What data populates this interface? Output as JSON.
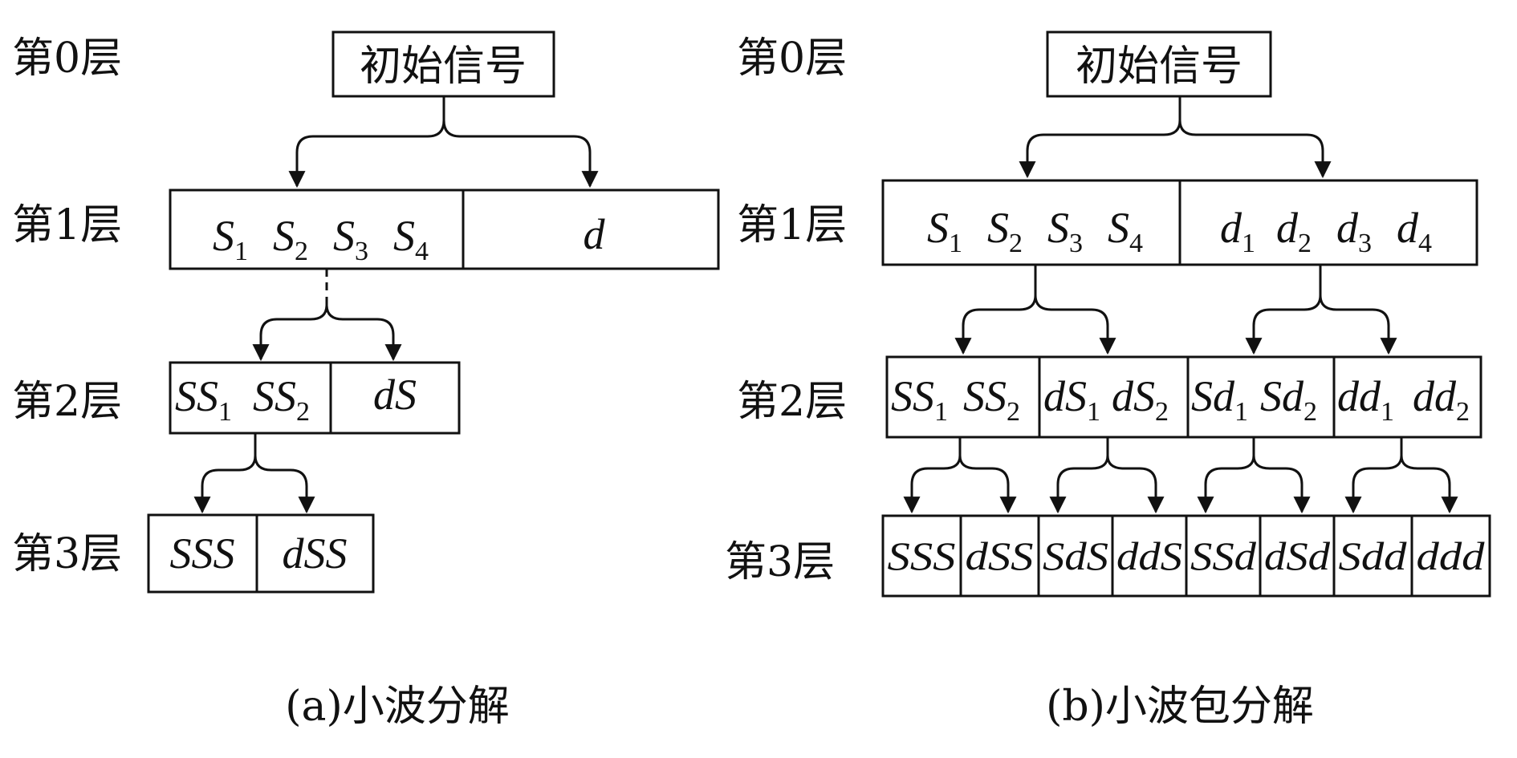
{
  "panel_a": {
    "levels": [
      "第0层",
      "第1层",
      "第2层",
      "第3层"
    ],
    "root": "初始信号",
    "level1": {
      "s_main": "S",
      "s_subs": [
        "1",
        "2",
        "3",
        "4"
      ],
      "d": "d"
    },
    "level2": {
      "ss_main": "SS",
      "ss_subs": [
        "1",
        "2"
      ],
      "ds": "dS"
    },
    "level3": [
      "SSS",
      "dSS"
    ],
    "caption": "(a)小波分解"
  },
  "panel_b": {
    "levels": [
      "第0层",
      "第1层",
      "第2层",
      "第3层"
    ],
    "root": "初始信号",
    "level1": [
      {
        "main": "S",
        "subs": [
          "1",
          "2",
          "3",
          "4"
        ]
      },
      {
        "main": "d",
        "subs": [
          "1",
          "2",
          "3",
          "4"
        ]
      }
    ],
    "level2": [
      {
        "main": [
          "SS",
          "SS"
        ],
        "subs": [
          "1",
          "2"
        ]
      },
      {
        "main": [
          "dS",
          "dS"
        ],
        "subs": [
          "1",
          "2"
        ]
      },
      {
        "main": [
          "Sd",
          "Sd"
        ],
        "subs": [
          "1",
          "2"
        ]
      },
      {
        "main": [
          "dd",
          "dd"
        ],
        "subs": [
          "1",
          "2"
        ]
      }
    ],
    "level3": [
      "SSS",
      "dSS",
      "SdS",
      "ddS",
      "SSd",
      "dSd",
      "Sdd",
      "ddd"
    ],
    "caption": "(b)小波包分解"
  }
}
